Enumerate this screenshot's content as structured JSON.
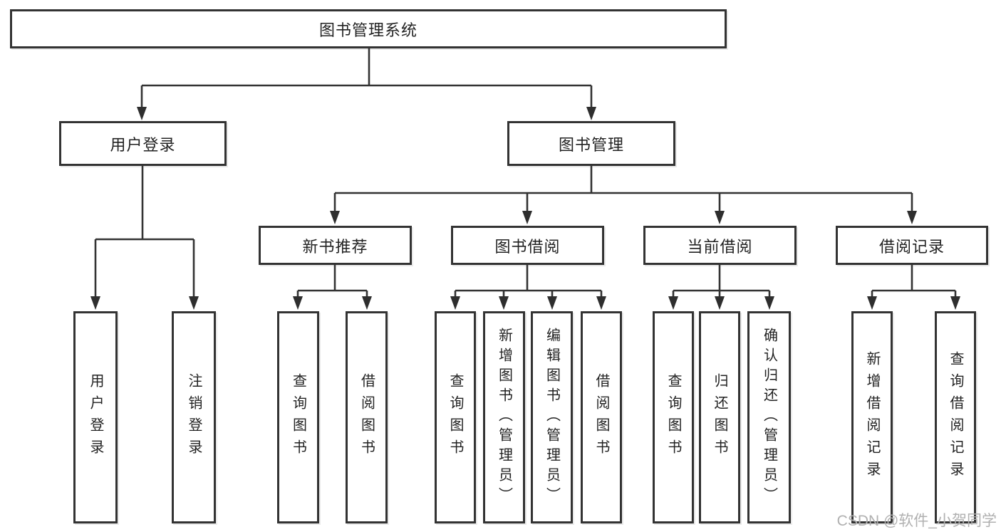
{
  "diagram": {
    "root": {
      "label": "图书管理系统"
    },
    "branches": [
      {
        "label": "用户登录",
        "children": [
          {
            "label": "用户登录"
          },
          {
            "label": "注销登录"
          }
        ]
      },
      {
        "label": "图书管理",
        "modules": [
          {
            "label": "新书推荐",
            "children": [
              {
                "label": "查询图书"
              },
              {
                "label": "借阅图书"
              }
            ]
          },
          {
            "label": "图书借阅",
            "children": [
              {
                "label": "查询图书"
              },
              {
                "label": "新增图书（管理员）"
              },
              {
                "label": "编辑图书（管理员）"
              },
              {
                "label": "借阅图书"
              }
            ]
          },
          {
            "label": "当前借阅",
            "children": [
              {
                "label": "查询图书"
              },
              {
                "label": "归还图书"
              },
              {
                "label": "确认归还（管理员）"
              }
            ]
          },
          {
            "label": "借阅记录",
            "children": [
              {
                "label": "新增借阅记录"
              },
              {
                "label": "查询借阅记录"
              }
            ]
          }
        ]
      }
    ]
  },
  "watermark": "CSDN @软件_小贺同学",
  "colors": {
    "line": "#333333",
    "arrow": "#2e2e2e",
    "box_border": "#333333",
    "box_fill": "#ffffff",
    "text": "#222222",
    "watermark": "#b0b0b0",
    "background": "#ffffff"
  }
}
